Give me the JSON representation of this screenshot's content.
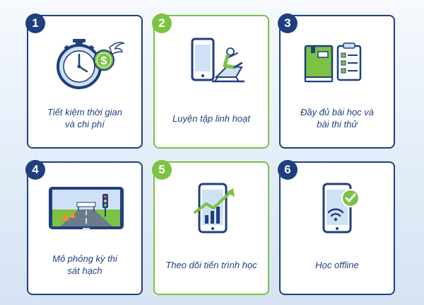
{
  "features": [
    {
      "number": "1",
      "label": "Tiết kiệm thời gian\nvà chi phí",
      "icon": "stopwatch-money-icon"
    },
    {
      "number": "2",
      "label": "Luyện tập linh hoạt",
      "icon": "phone-relax-icon"
    },
    {
      "number": "3",
      "label": "Đầy đủ bài học và\nbài thi thử",
      "icon": "book-checklist-icon"
    },
    {
      "number": "4",
      "label": "Mô phỏng kỳ thi\nsát hạch",
      "icon": "driving-simulation-icon"
    },
    {
      "number": "5",
      "label": "Theo dõi tiến trình học",
      "icon": "phone-progress-chart-icon"
    },
    {
      "number": "6",
      "label": "Học offline",
      "icon": "phone-wifi-check-icon"
    }
  ],
  "colors": {
    "navy": "#1f3f7f",
    "green": "#7cc243",
    "light_blue": "#cfe1f5"
  }
}
